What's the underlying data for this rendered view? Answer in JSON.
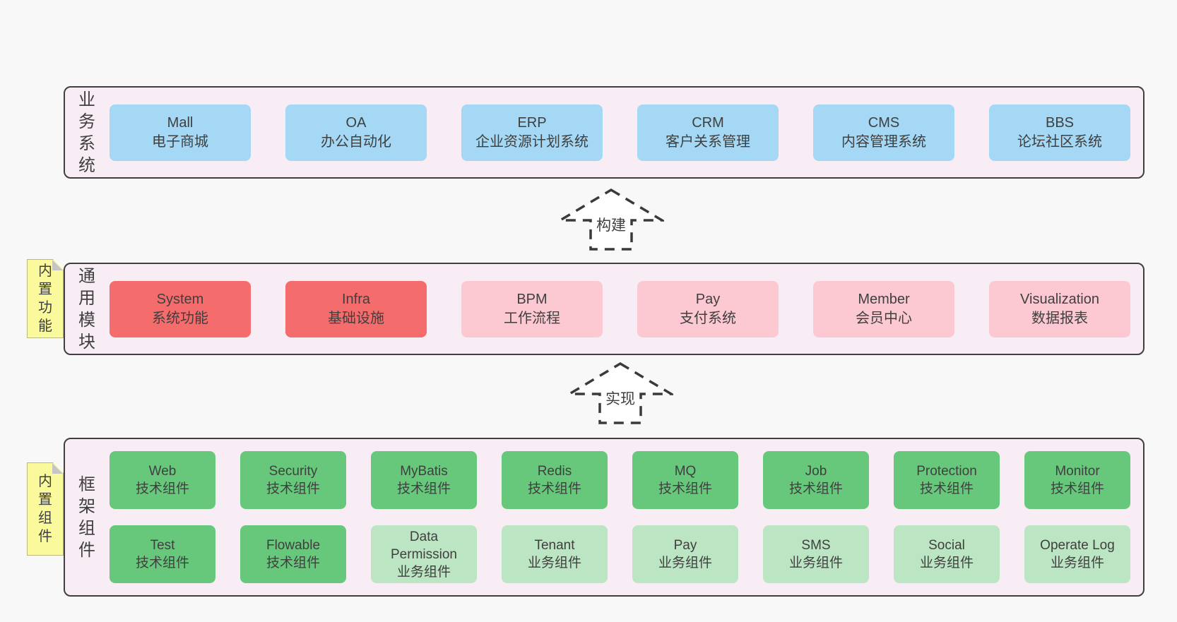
{
  "colors": {
    "page-bg": "#f8f8f8",
    "panel-bg": "#f8edf5",
    "line": "#404040",
    "text": "#3f3f3f",
    "blue": "#a4d8f4",
    "red": "#f56c6c",
    "pink": "#fcc9d3",
    "green": "#67c87c",
    "green-light": "#bce5c3",
    "sticky-bg": "#fafa9d",
    "sticky-border": "#b9b982",
    "fold": "#c5c5c5",
    "arrow": "#3a3a3a",
    "arrow-fill": "#ffffff"
  },
  "sections": {
    "business": {
      "label": "业务系统",
      "boxes": [
        {
          "title": "Mall",
          "subtitle": "电子商城"
        },
        {
          "title": "OA",
          "subtitle": "办公自动化"
        },
        {
          "title": "ERP",
          "subtitle": "企业资源计划系统"
        },
        {
          "title": "CRM",
          "subtitle": "客户关系管理"
        },
        {
          "title": "CMS",
          "subtitle": "内容管理系统"
        },
        {
          "title": "BBS",
          "subtitle": "论坛社区系统"
        }
      ]
    },
    "build_arrow": {
      "label": "构建"
    },
    "modules": {
      "sticky": "内置功能",
      "label": "通用模块",
      "boxes": [
        {
          "title": "System",
          "subtitle": "系统功能"
        },
        {
          "title": "Infra",
          "subtitle": "基础设施"
        },
        {
          "title": "BPM",
          "subtitle": "工作流程"
        },
        {
          "title": "Pay",
          "subtitle": "支付系统"
        },
        {
          "title": "Member",
          "subtitle": "会员中心"
        },
        {
          "title": "Visualization",
          "subtitle": "数据报表"
        }
      ]
    },
    "implement_arrow": {
      "label": "实现"
    },
    "components": {
      "sticky": "内置组件",
      "label": "框架组件",
      "row1": [
        {
          "title": "Web",
          "subtitle": "技术组件"
        },
        {
          "title": "Security",
          "subtitle": "技术组件"
        },
        {
          "title": "MyBatis",
          "subtitle": "技术组件"
        },
        {
          "title": "Redis",
          "subtitle": "技术组件"
        },
        {
          "title": "MQ",
          "subtitle": "技术组件"
        },
        {
          "title": "Job",
          "subtitle": "技术组件"
        },
        {
          "title": "Protection",
          "subtitle": "技术组件"
        },
        {
          "title": "Monitor",
          "subtitle": "技术组件"
        }
      ],
      "row2": [
        {
          "title": "Test",
          "subtitle": "技术组件"
        },
        {
          "title": "Flowable",
          "subtitle": "技术组件"
        },
        {
          "title": "Data Permission",
          "subtitle": "业务组件"
        },
        {
          "title": "Tenant",
          "subtitle": "业务组件"
        },
        {
          "title": "Pay",
          "subtitle": "业务组件"
        },
        {
          "title": "SMS",
          "subtitle": "业务组件"
        },
        {
          "title": "Social",
          "subtitle": "业务组件"
        },
        {
          "title": "Operate Log",
          "subtitle": "业务组件"
        }
      ]
    }
  }
}
